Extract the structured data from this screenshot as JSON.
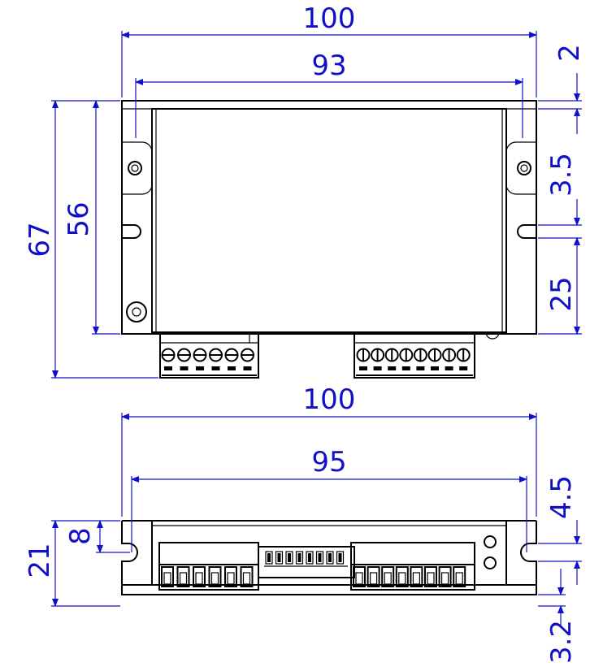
{
  "title": "Stepper driver dimension drawing",
  "colors": {
    "dimension": "#1010c8",
    "outline": "#000000"
  },
  "top_view": {
    "width_overall": "100",
    "hole_spacing": "93",
    "height_overall": "67",
    "body_height": "56",
    "edge_offset": "2",
    "slot_width": "3.5",
    "slot_to_bottom": "25",
    "left_connector_pins": 6,
    "right_connector_pins": 8
  },
  "front_view": {
    "width_overall": "100",
    "slot_spacing": "95",
    "height": "21",
    "slot_height": "8",
    "slot_offset": "4.5",
    "base_thickness": "3.2",
    "dip_switches": 8
  }
}
